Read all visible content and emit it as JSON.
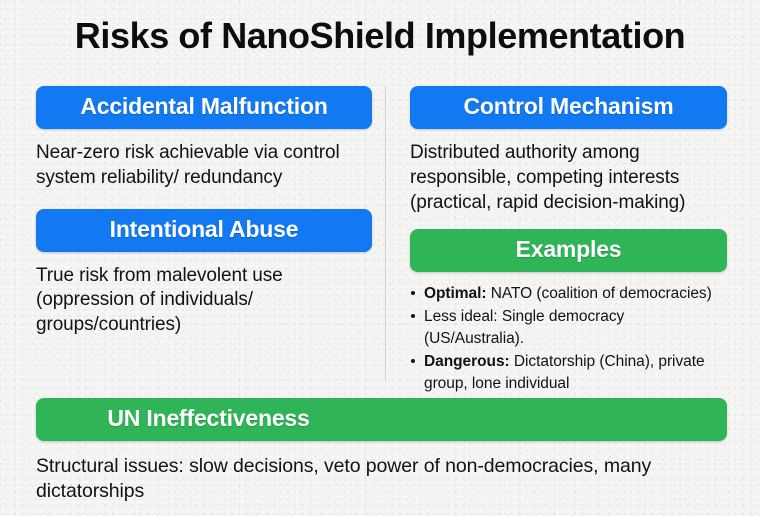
{
  "slide": {
    "title": "Risks of NanoShield Implementation",
    "colors": {
      "background": "#f4f4f2",
      "blue_header": "#1279f2",
      "green_header": "#2fb457",
      "text": "#131313",
      "divider": "#d2d2d0"
    }
  },
  "left_column": {
    "sections": [
      {
        "header": "Accidental Malfunction",
        "header_color": "blue",
        "body": "Near-zero risk achievable via control system reliability/ redundancy"
      },
      {
        "header": "Intentional Abuse",
        "header_color": "blue",
        "body": "True risk from malevolent use (oppression of individuals/ groups/countries)"
      }
    ]
  },
  "right_column": {
    "sections": [
      {
        "header": "Control Mechanism",
        "header_color": "blue",
        "body": "Distributed authority among responsible, competing interests (practical, rapid decision-making)"
      },
      {
        "header": "Examples",
        "header_color": "green",
        "bullets": [
          {
            "label": "Optimal:",
            "label_bold": true,
            "text": "NATO (coalition of democracies)"
          },
          {
            "label": "Less ideal:",
            "label_bold": false,
            "text": "Single democracy (US/Australia)."
          },
          {
            "label": "Dangerous:",
            "label_bold": true,
            "text": "Dictatorship (China), private group, lone individual"
          }
        ]
      }
    ]
  },
  "bottom_section": {
    "header": "UN Ineffectiveness",
    "header_color": "green",
    "body": "Structural issues: slow decisions, veto power of non-democracies, many dictatorships"
  }
}
